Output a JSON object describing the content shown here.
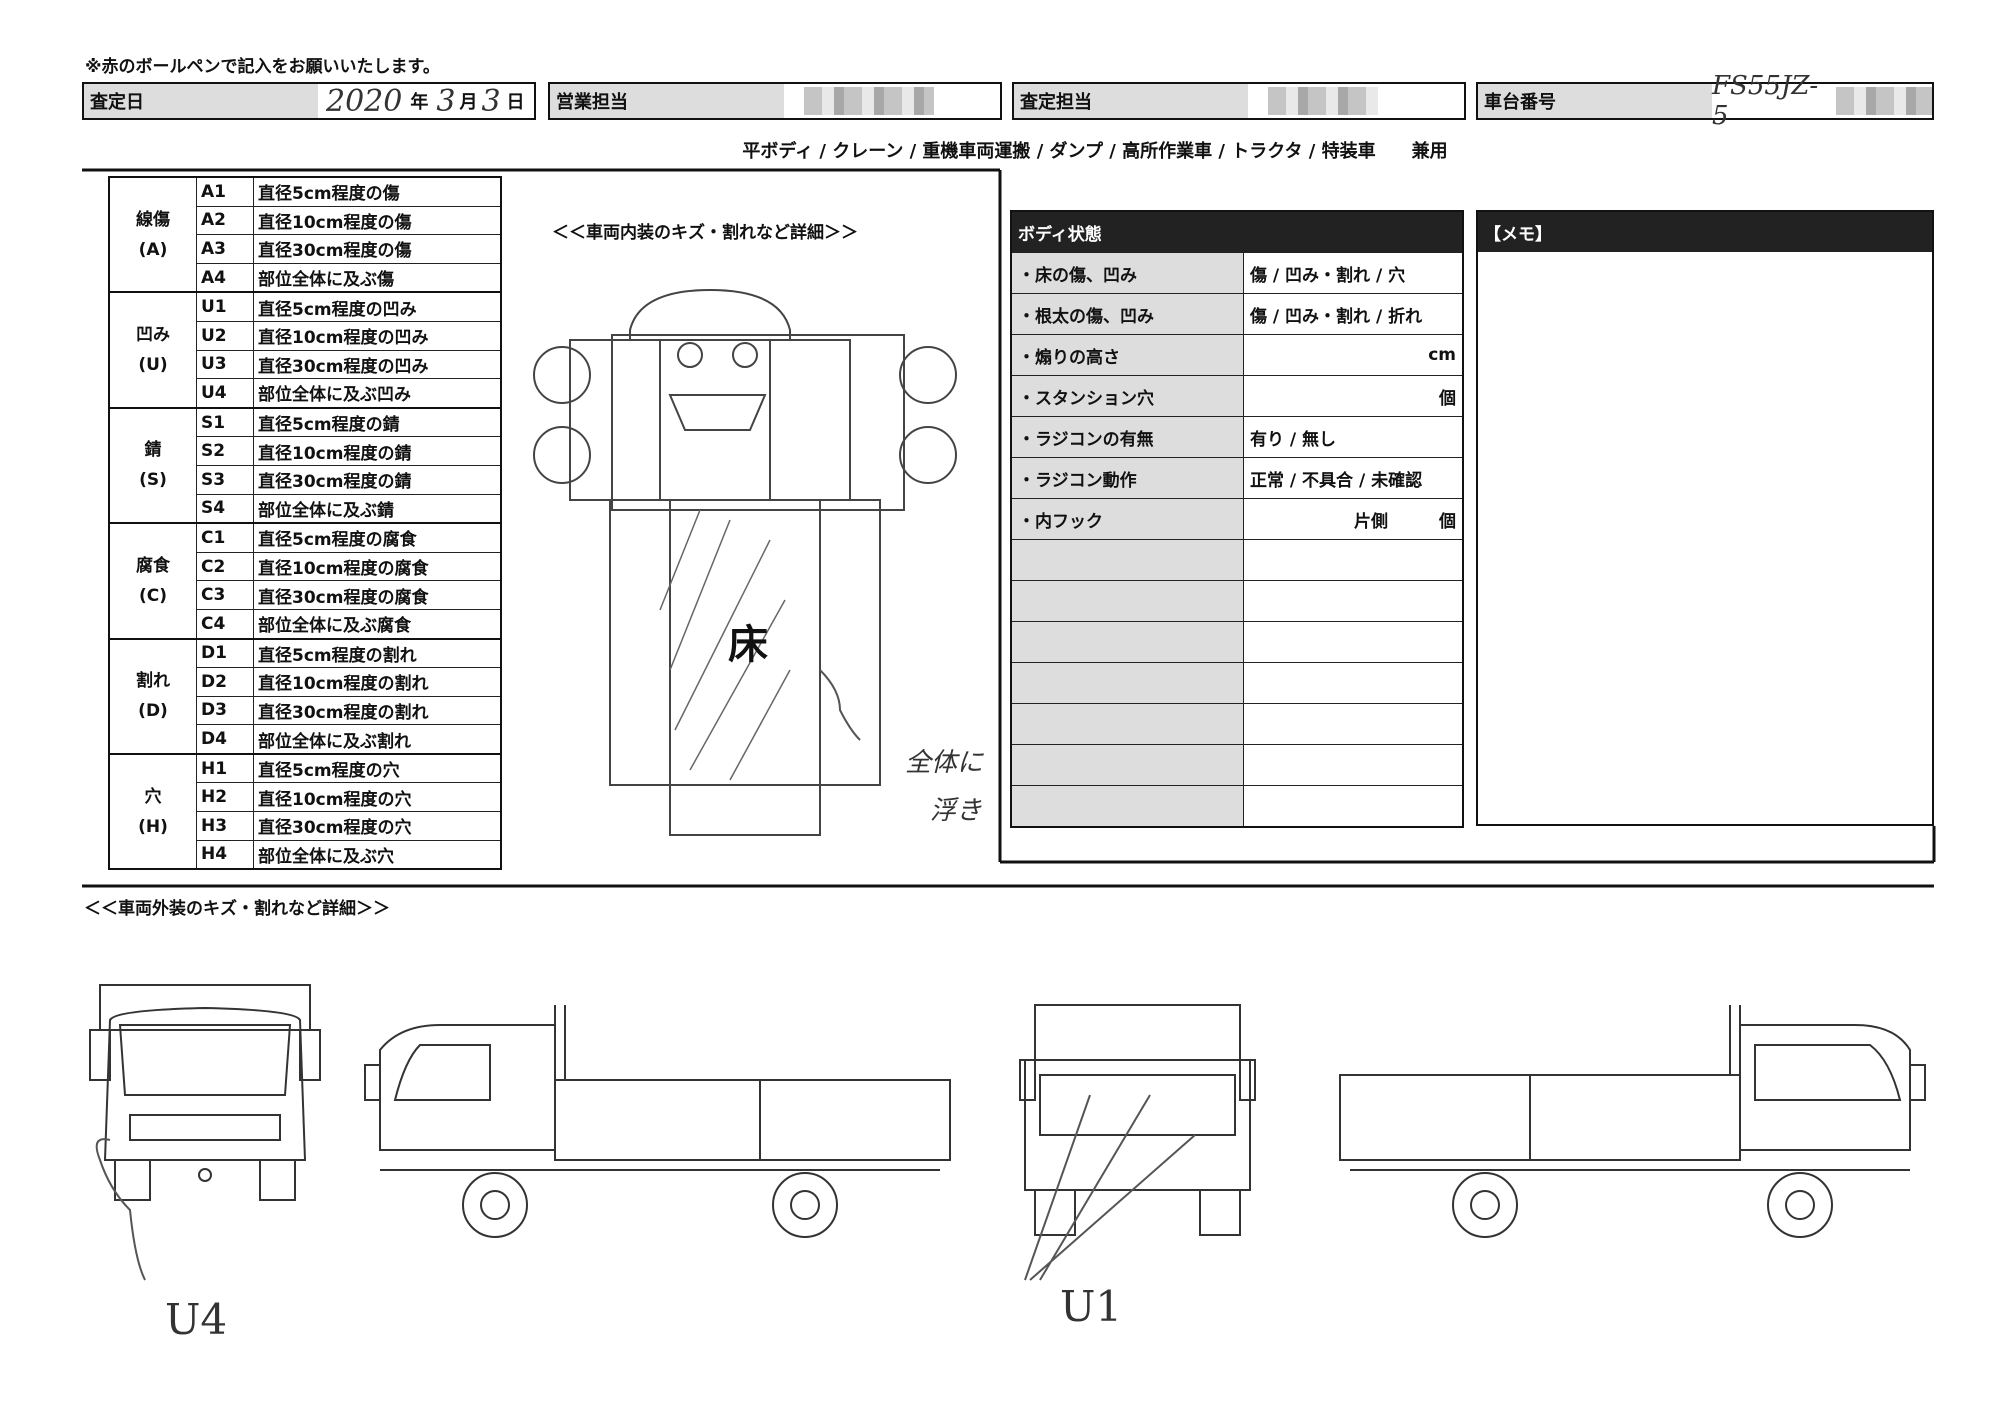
{
  "header": {
    "note": "※赤のボールペンで記入をお願いいたします。",
    "date_label": "査定日",
    "date_value": "2020",
    "year_kanji": "年",
    "month_value": "3",
    "month_kanji": "月",
    "day_value": "3",
    "day_kanji": "日",
    "sales_label": "営業担当",
    "assessor_label": "査定担当",
    "chassis_label": "車台番号",
    "chassis_value": "FS55JZ-5"
  },
  "vehicle_types": "平ボディ / クレーン / 重機車両運搬 / ダンプ / 高所作業車 / トラクタ / 特装車　　兼用",
  "damage_codes": [
    {
      "cat": "線傷",
      "sub": "(A)",
      "rows": [
        [
          "A1",
          "直径5cm程度の傷"
        ],
        [
          "A2",
          "直径10cm程度の傷"
        ],
        [
          "A3",
          "直径30cm程度の傷"
        ],
        [
          "A4",
          "部位全体に及ぶ傷"
        ]
      ]
    },
    {
      "cat": "凹み",
      "sub": "(U)",
      "rows": [
        [
          "U1",
          "直径5cm程度の凹み"
        ],
        [
          "U2",
          "直径10cm程度の凹み"
        ],
        [
          "U3",
          "直径30cm程度の凹み"
        ],
        [
          "U4",
          "部位全体に及ぶ凹み"
        ]
      ]
    },
    {
      "cat": "錆",
      "sub": "(S)",
      "rows": [
        [
          "S1",
          "直径5cm程度の錆"
        ],
        [
          "S2",
          "直径10cm程度の錆"
        ],
        [
          "S3",
          "直径30cm程度の錆"
        ],
        [
          "S4",
          "部位全体に及ぶ錆"
        ]
      ]
    },
    {
      "cat": "腐食",
      "sub": "(C)",
      "rows": [
        [
          "C1",
          "直径5cm程度の腐食"
        ],
        [
          "C2",
          "直径10cm程度の腐食"
        ],
        [
          "C3",
          "直径30cm程度の腐食"
        ],
        [
          "C4",
          "部位全体に及ぶ腐食"
        ]
      ]
    },
    {
      "cat": "割れ",
      "sub": "(D)",
      "rows": [
        [
          "D1",
          "直径5cm程度の割れ"
        ],
        [
          "D2",
          "直径10cm程度の割れ"
        ],
        [
          "D3",
          "直径30cm程度の割れ"
        ],
        [
          "D4",
          "部位全体に及ぶ割れ"
        ]
      ]
    },
    {
      "cat": "穴",
      "sub": "(H)",
      "rows": [
        [
          "H1",
          "直径5cm程度の穴"
        ],
        [
          "H2",
          "直径10cm程度の穴"
        ],
        [
          "H3",
          "直径30cm程度の穴"
        ],
        [
          "H4",
          "部位全体に及ぶ穴"
        ]
      ]
    }
  ],
  "interior": {
    "title": "＜＜車両内装のキズ・割れなど詳細＞＞",
    "floor_label": "床",
    "note_line1": "全体に",
    "note_line2": "浮き"
  },
  "body_state": {
    "title": "ボディ状態",
    "rows": [
      {
        "k": "・床の傷、凹み",
        "v": "傷 / 凹み・割れ / 穴"
      },
      {
        "k": "・根太の傷、凹み",
        "v": "傷 / 凹み・割れ / 折れ"
      },
      {
        "k": "・煽りの高さ",
        "v": "cm"
      },
      {
        "k": "・スタンション穴",
        "v": "個"
      },
      {
        "k": "・ラジコンの有無",
        "v": "有り / 無し"
      },
      {
        "k": "・ラジコン動作",
        "v": "正常 / 不具合 / 未確認"
      },
      {
        "k": "・内フック",
        "v": "片側　　　個"
      },
      {
        "k": "",
        "v": ""
      },
      {
        "k": "",
        "v": ""
      },
      {
        "k": "",
        "v": ""
      },
      {
        "k": "",
        "v": ""
      },
      {
        "k": "",
        "v": ""
      },
      {
        "k": "",
        "v": ""
      },
      {
        "k": "",
        "v": ""
      }
    ]
  },
  "memo": {
    "title": "【メモ】"
  },
  "exterior": {
    "title": "＜＜車両外装のキズ・割れなど詳細＞＞",
    "mark_front": "U4",
    "mark_rear": "U1"
  }
}
